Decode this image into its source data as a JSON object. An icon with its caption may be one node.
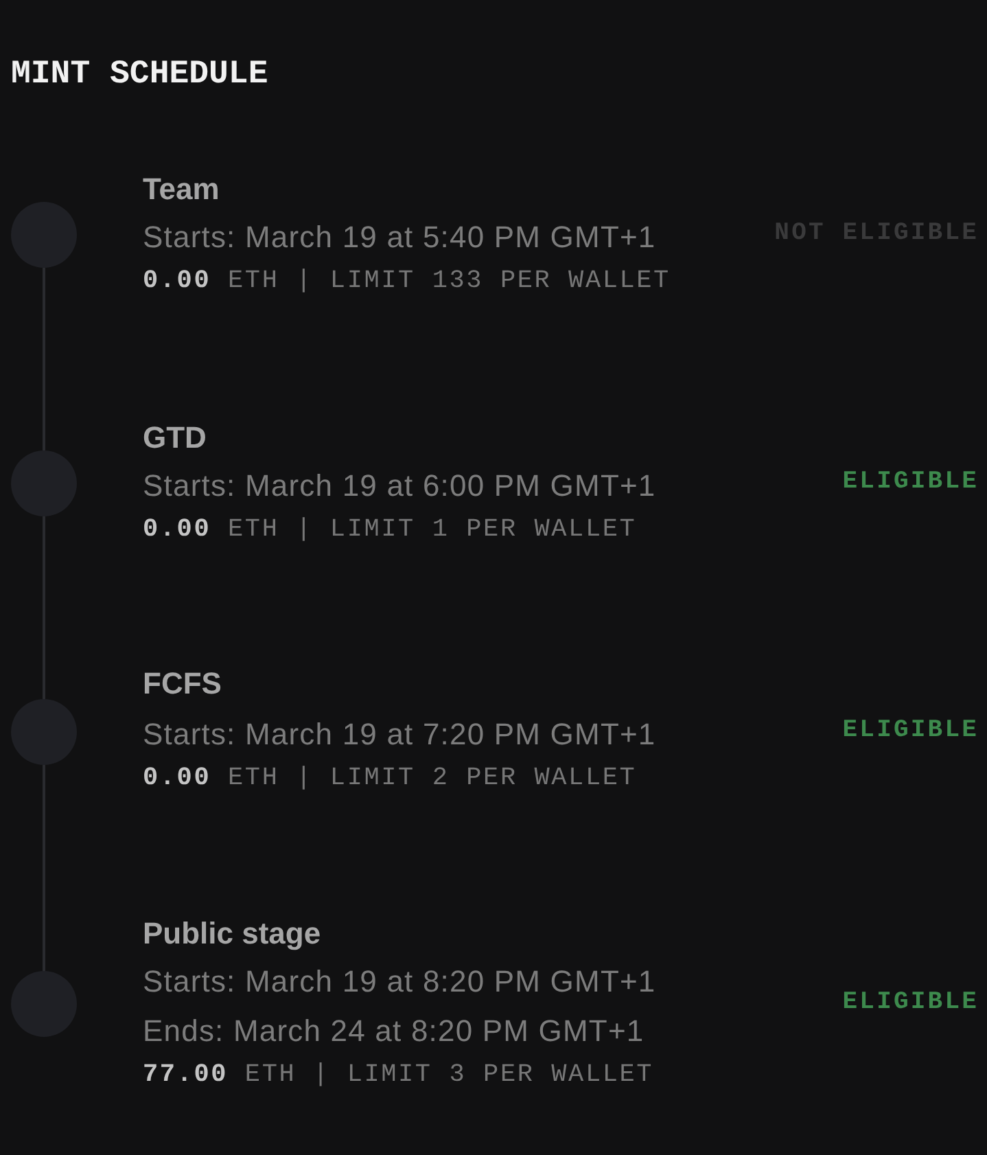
{
  "diagram": {
    "title": "MINT SCHEDULE",
    "nodes": [
      {
        "text": [],
        "shape": "circle",
        "beside": [
          "Team",
          "Starts: March 19 at 5:40 PM GMT+1",
          "**0.00** ETH | LIMIT 133 PER WALLET"
        ]
      },
      {
        "text": [],
        "shape": "circle",
        "beside": [
          "GTD",
          "Starts: March 19 at 6:00 PM GMT+1",
          "**0.00** ETH | LIMIT 1 PER WALLET"
        ]
      },
      {
        "text": [],
        "shape": "circle",
        "beside": [
          "FCFS",
          "Starts: March 19 at 7:20 PM GMT+1",
          "**0.00** ETH | LIMIT 2 PER WALLET"
        ]
      },
      {
        "text": [],
        "shape": "circle",
        "beside": [
          "Public stage",
          "Starts: March 19 at 8:20 PM GMT+1",
          "Ends: March 24 at 8:20 PM GMT+1",
          "**77.00** ETH | LIMIT 3 PER WALLET"
        ]
      }
    ],
    "edges": [
      {
        "from": 0,
        "to": 1,
        "arrow": "none"
      },
      {
        "from": 1,
        "to": 2,
        "arrow": "none"
      },
      {
        "from": 2,
        "to": 3,
        "arrow": "none"
      }
    ],
    "labels": [
      "NOT ELIGIBLE",
      "ELIGIBLE",
      "ELIGIBLE",
      "ELIGIBLE"
    ]
  }
}
